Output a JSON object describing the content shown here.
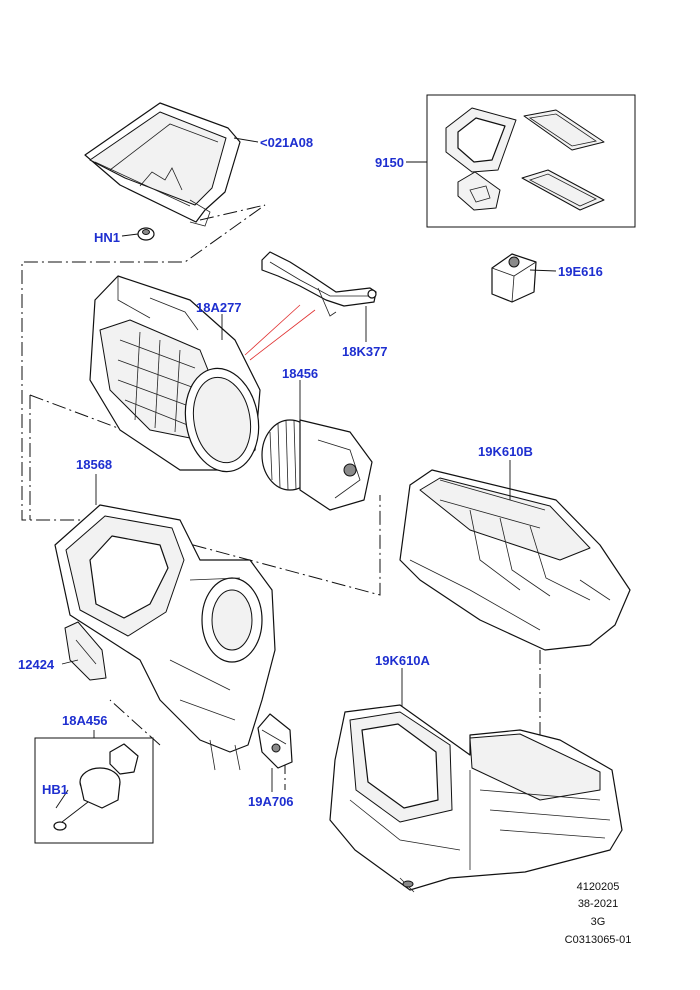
{
  "callouts": {
    "air_filter_housing": "<021A08",
    "nut_hn1": "HN1",
    "seal_kit": "9150",
    "actuator_motor": "19E616",
    "blower_housing": "18A277",
    "bracket": "18K377",
    "blower_motor": "18456",
    "heater_case_upper": "19K610B",
    "blower_inlet_housing": "18568",
    "gasket": "12424",
    "resistor_kit": "18A456",
    "bolt_hb1": "HB1",
    "heater_case_lower": "19K610A",
    "control_module": "19A706"
  },
  "reference": {
    "line1": "4120205",
    "line2": "38-2021",
    "line3": "3G",
    "line4": "C0313065-01"
  },
  "colors": {
    "callout": "#1e2fd0",
    "line": "#111111",
    "highlight": "#e03030"
  }
}
